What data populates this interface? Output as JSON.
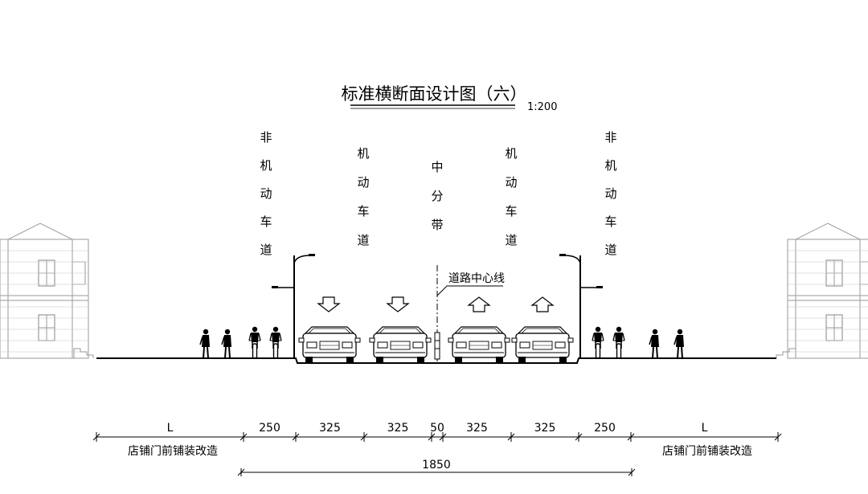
{
  "title": "标准横断面设计图（六）",
  "scale": "1:200",
  "lane_labels": {
    "non_motor_left": "非机动车道",
    "motor_left": "机动车道",
    "median": "中分带",
    "motor_right": "机动车道",
    "non_motor_right": "非机动车道"
  },
  "centerline_label": "道路中心线",
  "dimensions": {
    "segments": [
      "L",
      "250",
      "325",
      "325",
      "50",
      "325",
      "325",
      "250",
      "L"
    ],
    "total": "1850",
    "shop_note_left": "店铺门前铺装改造",
    "shop_note_right": "店铺门前铺装改造"
  },
  "colors": {
    "line": "#000000",
    "building": "#9a9a9a"
  }
}
